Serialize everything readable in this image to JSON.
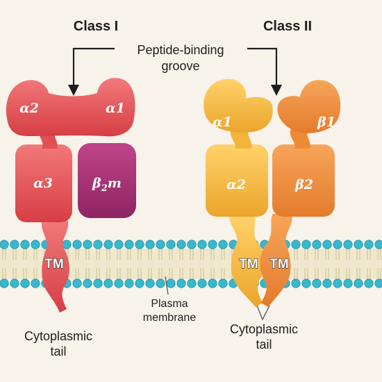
{
  "titles": {
    "class1": "Class I",
    "class2": "Class II"
  },
  "groove_label": {
    "line1": "Peptide-binding",
    "line2": "groove"
  },
  "class1_domains": {
    "alpha2": "α2",
    "alpha1": "α1",
    "alpha3": "α3",
    "beta2m_base": "β",
    "beta2m_sub": "2",
    "beta2m_suffix": "m",
    "tm": "TM"
  },
  "class2_domains": {
    "alpha1": "α1",
    "beta1": "β1",
    "alpha2": "α2",
    "beta2": "β2",
    "tm_left": "TM",
    "tm_right": "TM"
  },
  "membrane_label": {
    "line1": "Plasma",
    "line2": "membrane"
  },
  "tail_labels": {
    "class1_line1": "Cytoplasmic",
    "class1_line2": "tail",
    "class2_line1": "Cytoplasmic",
    "class2_line2": "tail"
  },
  "colors": {
    "class1_chain": "#e8514f",
    "beta2m": "#a0306e",
    "class2_alpha": "#f2b43a",
    "class2_beta": "#ee8a36",
    "lipid_head": "#38b8cc",
    "lipid_tail": "#d8cfa0"
  }
}
